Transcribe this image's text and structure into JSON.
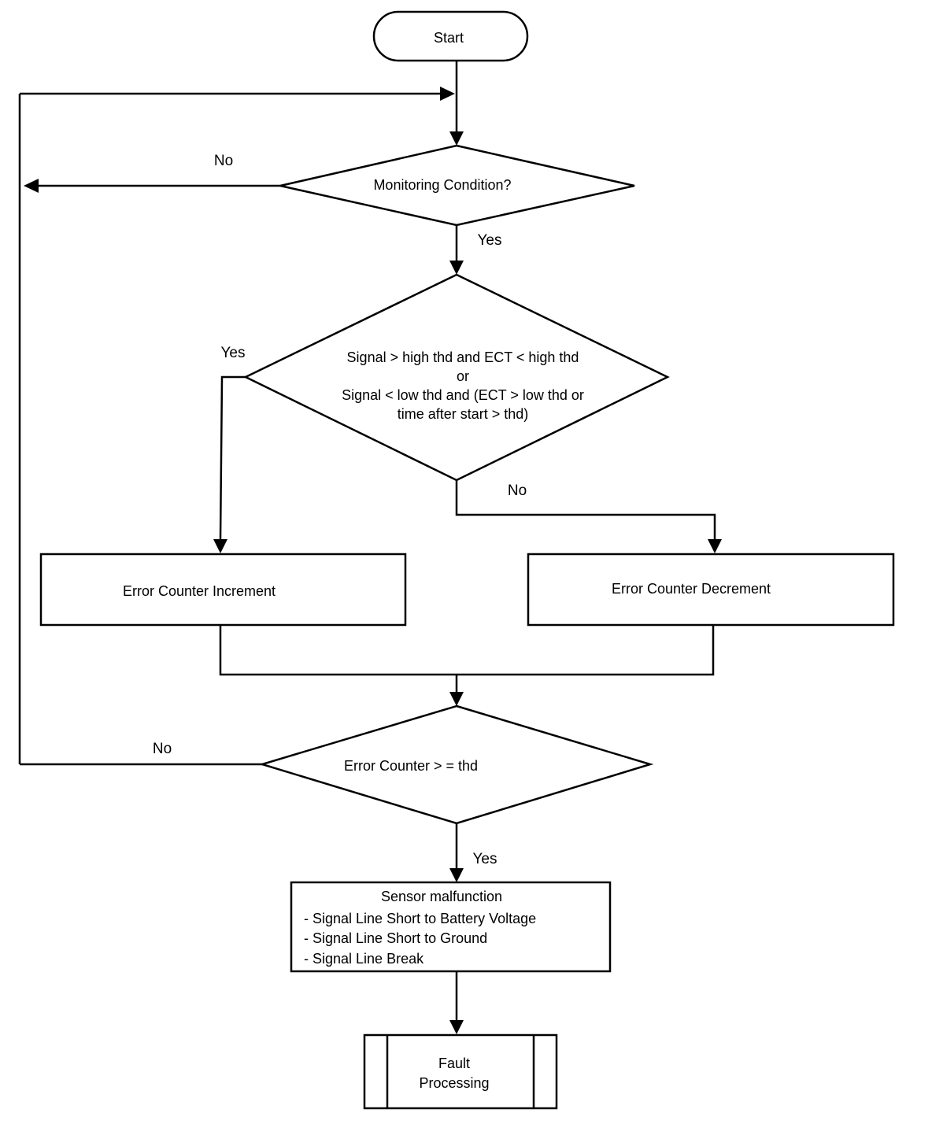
{
  "nodes": {
    "start": "Start",
    "monitoring": "Monitoring Condition?",
    "signal_check": [
      "Signal > high thd and ECT < high thd",
      "or",
      "Signal < low thd and (ECT > low thd or",
      "time after start > thd)"
    ],
    "increment": "Error Counter Increment",
    "decrement": "Error Counter Decrement",
    "counter_check": "Error Counter > = thd",
    "malfunction": {
      "title": "Sensor malfunction",
      "items": [
        "- Signal Line Short to Battery Voltage",
        "- Signal Line Short to Ground",
        "- Signal Line Break"
      ]
    },
    "fault": [
      "Fault",
      "Processing"
    ]
  },
  "edge_labels": {
    "monitoring_no": "No",
    "monitoring_yes": "Yes",
    "signal_yes": "Yes",
    "signal_no": "No",
    "counter_no": "No",
    "counter_yes": "Yes"
  }
}
